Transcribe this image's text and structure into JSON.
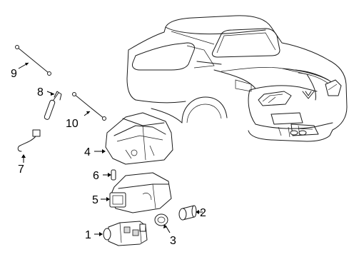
{
  "callouts": [
    {
      "id": "1",
      "text": "1"
    },
    {
      "id": "2",
      "text": "2"
    },
    {
      "id": "3",
      "text": "3"
    },
    {
      "id": "4",
      "text": "4"
    },
    {
      "id": "5",
      "text": "5"
    },
    {
      "id": "6",
      "text": "6"
    },
    {
      "id": "7",
      "text": "7"
    },
    {
      "id": "8",
      "text": "8"
    },
    {
      "id": "9",
      "text": "9"
    },
    {
      "id": "10",
      "text": "10"
    }
  ],
  "colors": {
    "line": "#1a1a1a",
    "background": "#ffffff",
    "shade": "#d9d9d9"
  }
}
